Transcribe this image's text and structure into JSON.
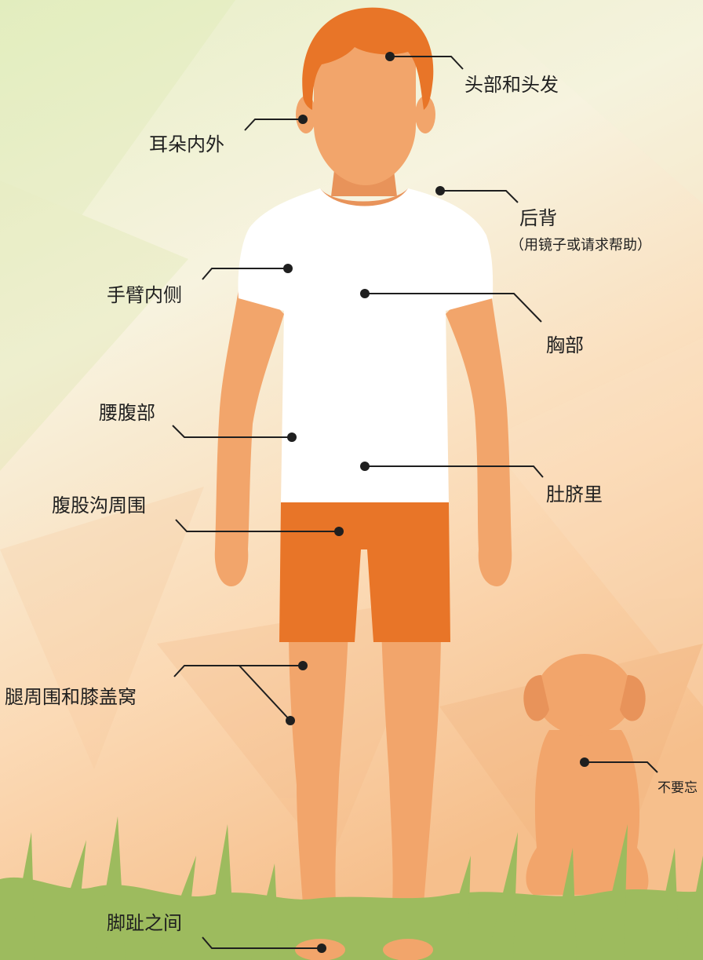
{
  "labels": {
    "head": "头部和头发",
    "ears": "耳朵内外",
    "back": "后背",
    "back_note": "（用镜子或请求帮助）",
    "arms": "手臂内侧",
    "chest": "胸部",
    "waist": "腰腹部",
    "navel": "肚脐里",
    "groin": "腹股沟周围",
    "legs": "腿周围和膝盖窝",
    "toes": "脚趾之间",
    "dog": "不要忘"
  },
  "colors": {
    "skin": "#f2a56b",
    "skin_shadow": "#e8935a",
    "hair": "#e87528",
    "shorts": "#e87528",
    "shirt": "#ffffff",
    "dog": "#f2a56b",
    "grass": "#9dbb5e",
    "line": "#1f1f1f"
  }
}
